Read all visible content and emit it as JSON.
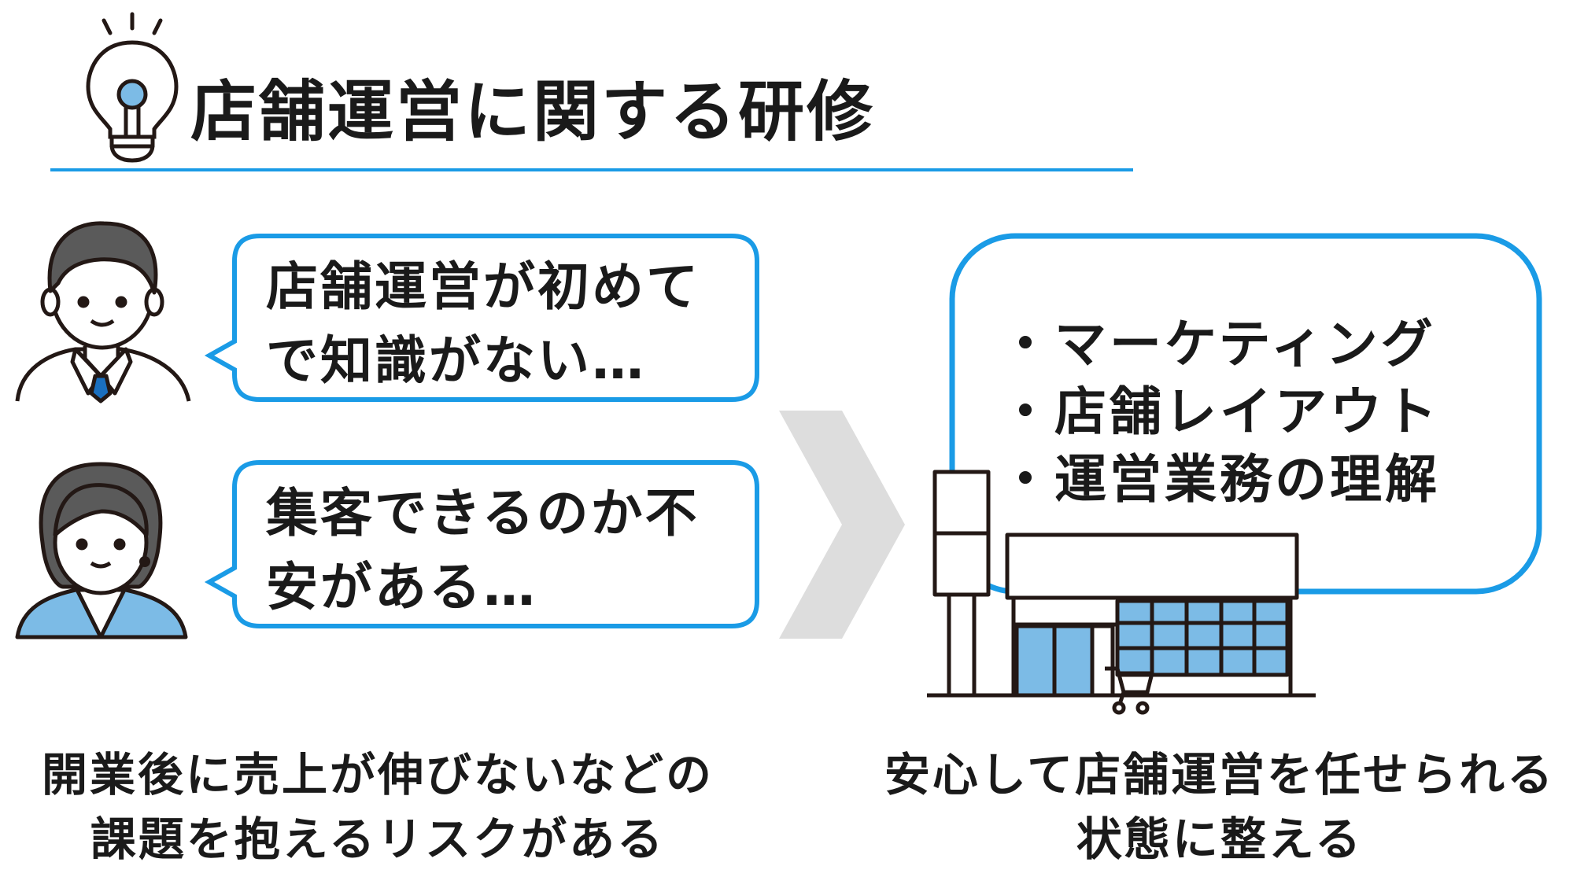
{
  "header": {
    "title": "店舗運営に関する研修",
    "icon": "lightbulb-icon"
  },
  "left": {
    "speech_1": {
      "lines": [
        "店舗運営が初めて",
        "で知識がない…"
      ]
    },
    "speech_2": {
      "lines": [
        "集客できるのか不",
        "安がある…"
      ]
    },
    "caption": {
      "lines": [
        "開業後に売上が伸びないなどの",
        "課題を抱えるリスクがある"
      ]
    }
  },
  "right": {
    "bullets": [
      "・マーケティング",
      "・店舗レイアウト",
      "・運営業務の理解"
    ],
    "caption": {
      "lines": [
        "安心して店舗運営を任せられる",
        "状態に整える"
      ]
    }
  },
  "colors": {
    "accent": "#1a9be6",
    "light_blue": "#7cbbe6",
    "arrow_gray": "#dddddd",
    "line": "#231815",
    "skin": "#ffffff",
    "hair": "#5a5a5a"
  }
}
